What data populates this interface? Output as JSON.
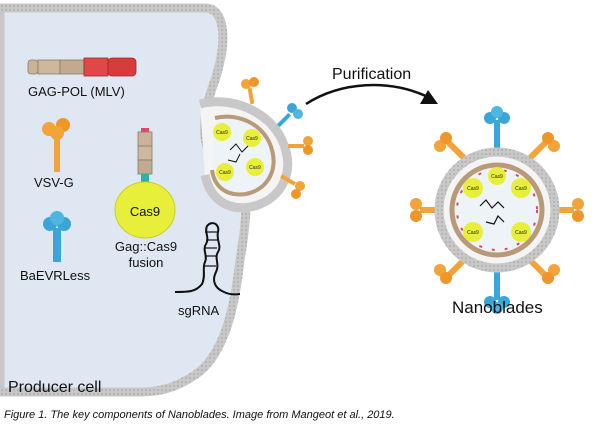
{
  "labels": {
    "gag_pol": "GAG-POL (MLV)",
    "vsvg": "VSV-G",
    "baevrless": "BaEVRLess",
    "cas9": "Cas9",
    "gag_cas9_line1": "Gag::Cas9",
    "gag_cas9_line2": "fusion",
    "sgrna": "sgRNA",
    "purification": "Purification",
    "nanoblades": "Nanoblades",
    "producer_cell": "Producer cell",
    "cas9_small": "Cas9"
  },
  "caption": "Figure 1. The key components of Nanoblades. Image from Mangeot et al., 2019.",
  "colors": {
    "cell_fill": "#dfe8f2",
    "membrane": "#bfbfbf",
    "gag_tan": "#c9b39a",
    "pol_red": "#e04848",
    "vsvg_orange": "#f2a33a",
    "baev_blue": "#3aa6d8",
    "cas9_yellow": "#e8ef3a",
    "capsid_brown": "#b89a78"
  },
  "icons": [
    "arrow-icon",
    "vsvg-glycoprotein-icon",
    "baevrless-glycoprotein-icon",
    "gag-pol-icon",
    "gag-cas9-icon",
    "sgrna-icon",
    "nanoblade-particle-icon",
    "budding-particle-icon"
  ]
}
